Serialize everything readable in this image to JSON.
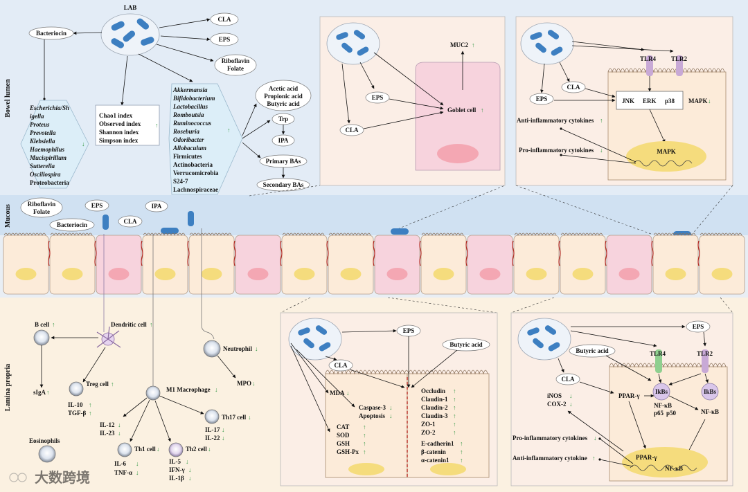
{
  "zones": {
    "lumen": "Bowel lumen",
    "mucous": "Mucous",
    "lamina": "Lamina propria"
  },
  "colors": {
    "lumen_bg": "#e3ecf6",
    "mucous_bg": "#d0e1f2",
    "lamina_bg": "#fbf1e1",
    "cell_fill": "#fcebd9",
    "goblet_fill": "#f7d3dd",
    "nucleus": "#f5dc7d",
    "goblet_nucleus": "#f4a7b3",
    "bacteria": "#3d7fc1",
    "up_arrow": "#3a9a4a",
    "down_arrow": "#3a9a4a",
    "junction": "#b3261e"
  },
  "arrows": {
    "up": "↑",
    "down": "↓"
  },
  "lab": {
    "title": "LAB",
    "outputs": [
      "CLA",
      "EPS",
      "Riboflavin",
      "Folate"
    ],
    "bacteriocin": "Bacteriocin",
    "decreased_bacteria": [
      "Escherichia/Sh",
      "igella",
      "Proteus",
      "Prevotella",
      "Klebsiella",
      "Haemophilus",
      "Mucispirillum",
      "Sutterella",
      "Oscillospira",
      "Proteobacteria"
    ],
    "indices": [
      "Chao1 index",
      "Observed index",
      "Shannon index",
      "Simpson index"
    ],
    "increased_bacteria": [
      "Akkermansia",
      "Bifidobacterium",
      "Lactobacillus",
      "Romboutsia",
      "Ruminococcus",
      "Roseburia",
      "Odoribacter",
      "Allobaculum",
      "Firmicutes",
      "Actinobacteria",
      "Verrucomicrobia",
      "S24-7",
      "Lachnospiraceae"
    ],
    "scfa": [
      "Acetic acid",
      "Propionic acid",
      "Butyric acid"
    ],
    "trp": "Trp",
    "ipa": "IPA",
    "primary_bas": "Primary BAs",
    "secondary_bas": "Secondary BAs"
  },
  "goblet_panel": {
    "muc2": "MUC2",
    "eps": "EPS",
    "cla": "CLA",
    "goblet_cell": "Goblet cell"
  },
  "mapk_panel": {
    "tlr4": "TLR4",
    "tlr2": "TLR2",
    "cla": "CLA",
    "eps": "EPS",
    "jnk": "JNK",
    "erk": "ERK",
    "p38": "p38",
    "mapk": "MAPK",
    "anti": "Anti-inflammatory cytokines",
    "pro": "Pro-inflammatory cytokines",
    "nucleus_mapk": "MAPK"
  },
  "mucous_labels": {
    "riboflavin": "Riboflavin",
    "folate": "Folate",
    "eps": "EPS",
    "ipa": "IPA",
    "bacteriocin": "Bacteriocin",
    "cla": "CLA"
  },
  "lamina": {
    "b_cell": "B cell",
    "siga": "sIgA",
    "dendritic": "Dendritic cell",
    "treg": "Treg cell",
    "il10": "IL-10",
    "tgfb": "TGF-β",
    "m1": "M1 Macrophage",
    "il12": "IL-12",
    "il23": "IL-23",
    "th1": "Th1 cell",
    "il6": "IL-6",
    "tnfa": "TNF-α",
    "th2": "Th2 cell",
    "il5": "IL-5",
    "ifng": "IFN-γ",
    "il1b": "IL-1β",
    "th17": "Th17 cell",
    "il17": "IL-17",
    "il22": "IL-22",
    "neutrophil": "Neutrophil",
    "mpo": "MPO",
    "eosinophils": "Eosinophils"
  },
  "antiox_panel": {
    "eps": "EPS",
    "cla": "CLA",
    "butyric": "Butyric acid",
    "mda": "MDA",
    "caspase": "Caspase-3",
    "apoptosis": "Apoptosis",
    "cat": "CAT",
    "sod": "SOD",
    "gsh": "GSH",
    "gshpx": "GSH-Px",
    "occludin": "Occludin",
    "claudin1": "Claudin-1",
    "claudin2": "Claudin-2",
    "claudin3": "Claudin-3",
    "zo1": "ZO-1",
    "zo2": "ZO-2",
    "ecad": "E-cadherin1",
    "bcat": "β-catenin",
    "acat": "α-catenin1"
  },
  "nfkb_panel": {
    "eps": "EPS",
    "butyric": "Butyric acid",
    "tlr4": "TLR4",
    "tlr2": "TLR2",
    "cla": "CLA",
    "ppar": "PPAR-γ",
    "ikbs": "IkBs",
    "nfkb": "NF-κB",
    "p65": "p65",
    "p50": "p50",
    "inos": "iNOS",
    "cox2": "COX-2",
    "pro": "Pro-inflammatory cytokines",
    "anti": "Anti-inflammatory cytokine",
    "nuc_ppar": "PPAR-γ",
    "nuc_nfkb": "NF-κB"
  },
  "watermark": "大数跨境"
}
